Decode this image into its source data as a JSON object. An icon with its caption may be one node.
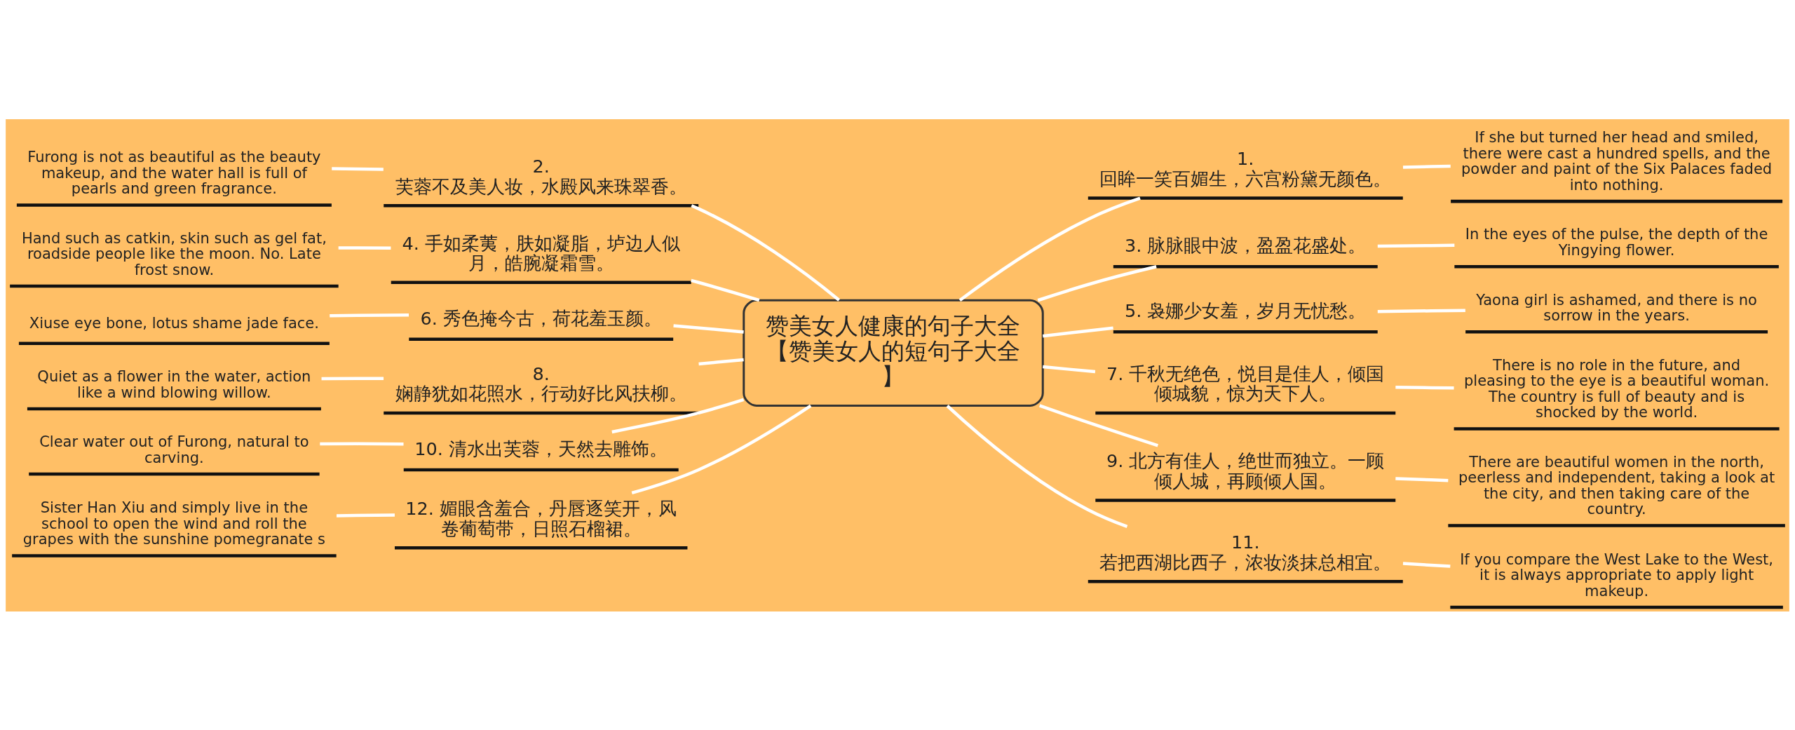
{
  "diagram": {
    "nodes": [
      {
        "text": [
          "赞美女人健康的句子大全【赞美女人的短句子大全】"
        ]
      },
      {
        "text": [
          "1. 回眸一笑百媚生，六宫粉黛无颜色。"
        ]
      },
      {
        "text": [
          "If she but turned her head and smiled, there were cast a hundred spells, and the powder and paint of the Six Palaces faded into nothing."
        ]
      },
      {
        "text": [
          "2. 芙蓉不及美人妆，水殿风来珠翠香。"
        ]
      },
      {
        "text": [
          "Furong is not as beautiful as the beauty makeup, and the water hall is full of pearls and green fragrance."
        ]
      },
      {
        "text": [
          "3. 脉脉眼中波，盈盈花盛处。"
        ]
      },
      {
        "text": [
          "In the eyes of the pulse, the depth of the Yingying flower."
        ]
      },
      {
        "text": [
          "4. 手如柔荑，肤如凝脂，垆边人似月，皓腕凝霜雪。"
        ]
      },
      {
        "text": [
          "Hand such as catkin, skin such as gel fat, roadside people like the moon. No. Late frost snow."
        ]
      },
      {
        "text": [
          "5. 袅娜少女羞，岁月无忧愁。"
        ]
      },
      {
        "text": [
          "Yaona girl is ashamed, and there is no sorrow in the years."
        ]
      },
      {
        "text": [
          "6. 秀色掩今古，荷花羞玉颜。"
        ]
      },
      {
        "text": [
          "Xiuse eye bone, lotus shame jade face."
        ]
      },
      {
        "text": [
          "7. 千秋无绝色，悦目是佳人，倾国倾城貌，惊为天下人。"
        ]
      },
      {
        "text": [
          "There is no role in the future, and pleasing to the eye is a beautiful woman. The country is full of beauty and is shocked by the world."
        ]
      },
      {
        "text": [
          "8. 娴静犹如花照水，行动好比风扶柳。"
        ]
      },
      {
        "text": [
          "Quiet as a flower in the water, action like a wind blowing willow."
        ]
      },
      {
        "text": [
          "9. 北方有佳人，绝世而独立。一顾倾人城，再顾倾人国。"
        ]
      },
      {
        "text": [
          "There are beautiful women in the north, peerless and independent, taking a look at the city, and then taking care of the country."
        ]
      },
      {
        "text": [
          "10. 清水出芙蓉，天然去雕饰。"
        ]
      },
      {
        "text": [
          "Clear water out of Furong, natural to carving."
        ]
      },
      {
        "text": [
          "11. 若把西湖比西子，浓妆淡抹总相宜。"
        ]
      },
      {
        "text": [
          "If you compare the West Lake to the West, it is always appropriate to apply light makeup."
        ]
      },
      {
        "text": [
          "12. 媚眼含羞合，丹唇逐笑开，风卷葡萄带，日照石榴裙。"
        ]
      },
      {
        "text": [
          "Sister Han Xiu and simply live in the school to open the wind and roll the grapes with the sunshine pomegranate s"
        ]
      }
    ],
    "edges": [
      {
        "from": 0,
        "to": 1,
        "arrow": "none"
      },
      {
        "from": 1,
        "to": 2,
        "arrow": "none"
      },
      {
        "from": 0,
        "to": 3,
        "arrow": "none"
      },
      {
        "from": 3,
        "to": 4,
        "arrow": "none"
      },
      {
        "from": 0,
        "to": 5,
        "arrow": "none"
      },
      {
        "from": 5,
        "to": 6,
        "arrow": "none"
      },
      {
        "from": 0,
        "to": 7,
        "arrow": "none"
      },
      {
        "from": 7,
        "to": 8,
        "arrow": "none"
      },
      {
        "from": 0,
        "to": 9,
        "arrow": "none"
      },
      {
        "from": 9,
        "to": 10,
        "arrow": "none"
      },
      {
        "from": 0,
        "to": 11,
        "arrow": "none"
      },
      {
        "from": 11,
        "to": 12,
        "arrow": "none"
      },
      {
        "from": 0,
        "to": 13,
        "arrow": "none"
      },
      {
        "from": 13,
        "to": 14,
        "arrow": "none"
      },
      {
        "from": 0,
        "to": 15,
        "arrow": "none"
      },
      {
        "from": 15,
        "to": 16,
        "arrow": "none"
      },
      {
        "from": 0,
        "to": 17,
        "arrow": "none"
      },
      {
        "from": 17,
        "to": 18,
        "arrow": "none"
      },
      {
        "from": 0,
        "to": 19,
        "arrow": "none"
      },
      {
        "from": 19,
        "to": 20,
        "arrow": "none"
      },
      {
        "from": 0,
        "to": 21,
        "arrow": "none"
      },
      {
        "from": 21,
        "to": 22,
        "arrow": "none"
      },
      {
        "from": 0,
        "to": 23,
        "arrow": "none"
      },
      {
        "from": 23,
        "to": 24,
        "arrow": "none"
      }
    ]
  }
}
